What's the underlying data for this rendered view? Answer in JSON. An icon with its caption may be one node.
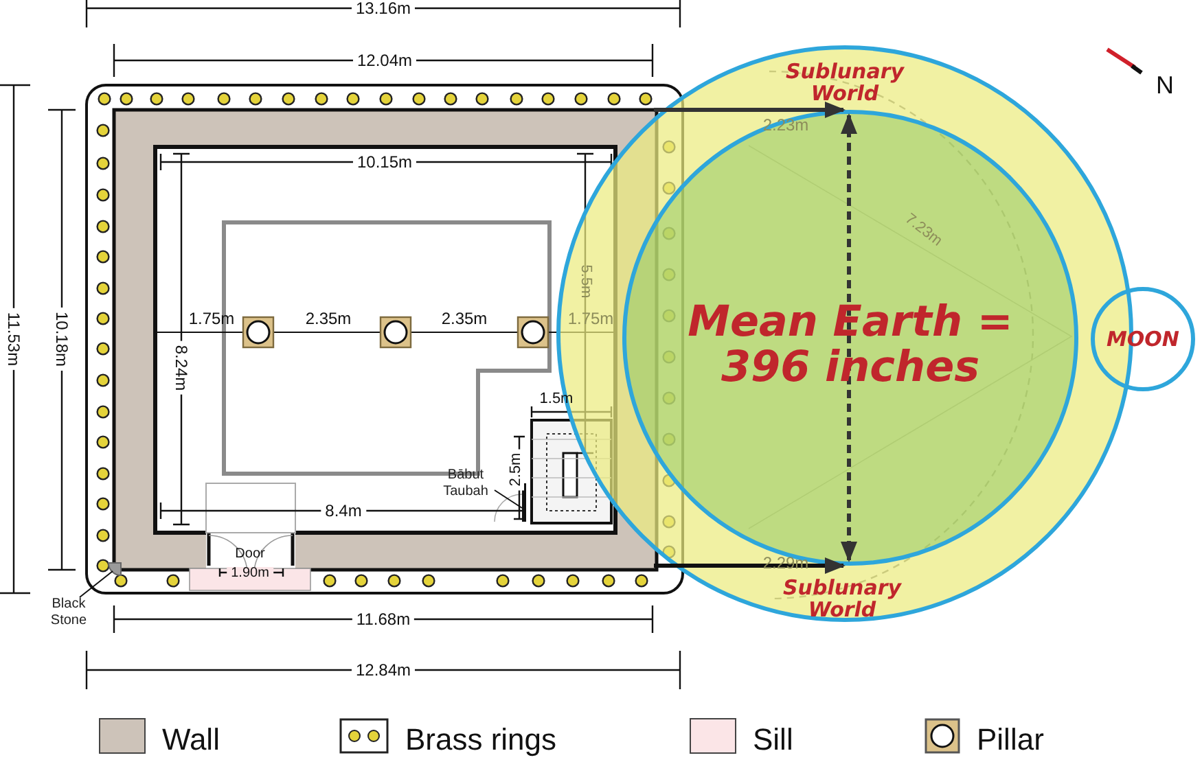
{
  "diagram": {
    "nodes": [
      {
        "text": [
          "Sublunary World",
          "Sublunary World"
        ]
      },
      {
        "text": [
          "Mean Earth = 396 inches"
        ],
        "in": 0
      },
      {
        "text": [
          "MOON"
        ]
      },
      {
        "text": [
          "Bābut Taubah"
        ]
      },
      {
        "text": [],
        "shape": "bar"
      },
      {
        "text": [
          "Black Stone"
        ]
      },
      {
        "text": [],
        "shape": "circle"
      }
    ],
    "edges": [
      {
        "from": 3,
        "to": 4,
        "arrow": "none"
      },
      {
        "from": 5,
        "to": 6,
        "arrow": "none"
      }
    ],
    "labels": [
      "13.16m",
      "12.04m",
      "10.15m",
      "11.53m",
      "10.18m",
      "1.75m",
      "2.35m",
      "2.35m",
      "1.75m",
      "5.5m",
      "8.24m",
      "1.5m",
      "2.5m",
      "8.4m",
      "Door",
      "1.90m",
      "11.68m",
      "12.84m",
      "2.23m",
      "7.23m",
      "2.29m",
      "N"
    ],
    "legend": [
      {
        "text": "Wall",
        "color": "#cdc3b9"
      },
      {
        "text": "Brass rings"
      },
      {
        "text": "Sill",
        "color": "#fbe5e7"
      },
      {
        "text": "Pillar"
      }
    ]
  }
}
